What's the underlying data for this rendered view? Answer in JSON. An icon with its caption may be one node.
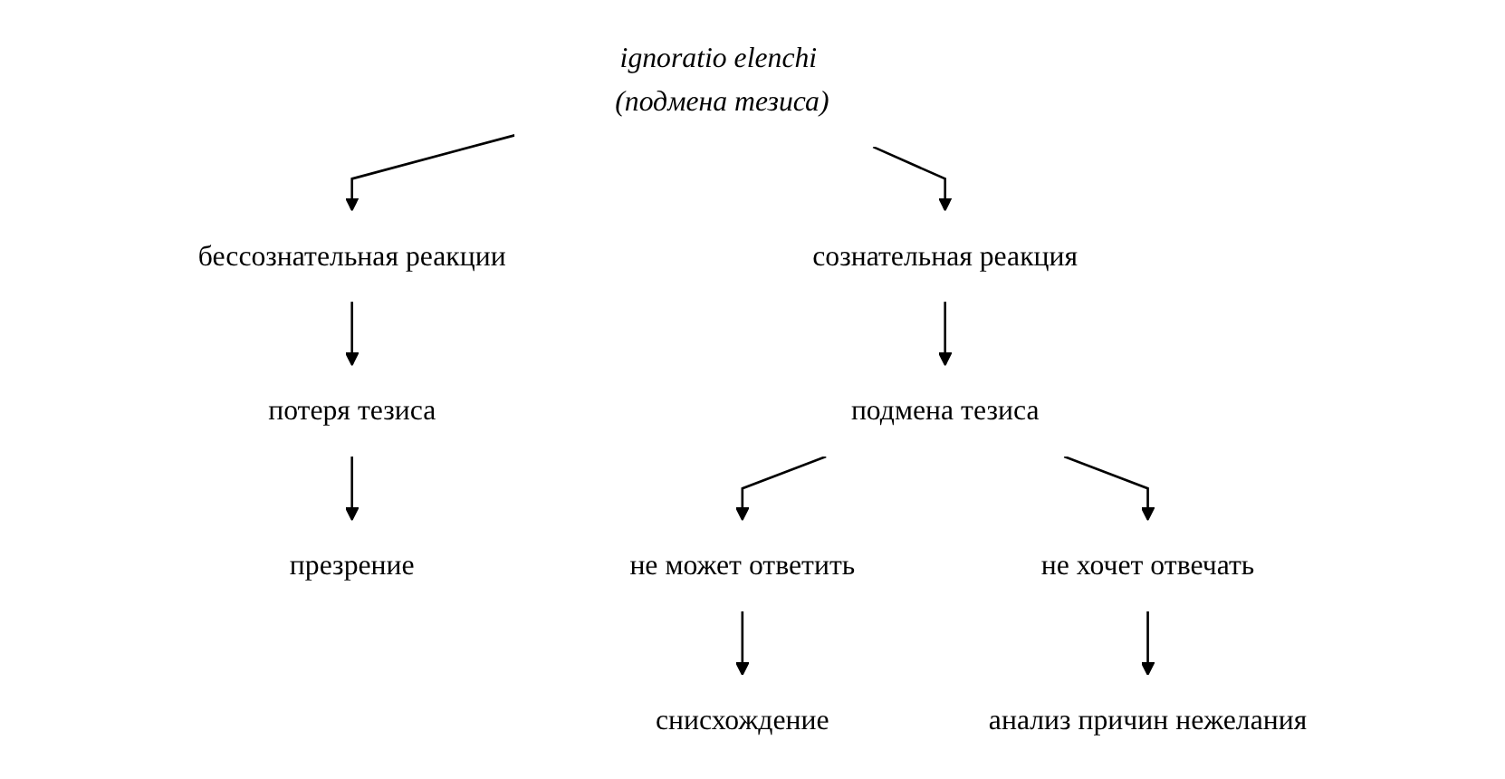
{
  "diagram": {
    "nodes": [
      {
        "text": [
          "ignoratio elenchi (подмена тезиса)"
        ]
      },
      {
        "text": [
          "бессознательная реакции"
        ]
      },
      {
        "text": [
          "сознательная реакция"
        ]
      },
      {
        "text": [
          "потеря тезиса"
        ]
      },
      {
        "text": [
          "презрение"
        ]
      },
      {
        "text": [
          "подмена тезиса"
        ]
      },
      {
        "text": [
          "не может ответить"
        ]
      },
      {
        "text": [
          "не хочет отвечать"
        ]
      },
      {
        "text": [
          "снисхождение"
        ]
      },
      {
        "text": [
          "анализ причин нежелания"
        ]
      }
    ],
    "edges": [
      {
        "from": 0,
        "to": 1,
        "arrow": "to"
      },
      {
        "from": 0,
        "to": 2,
        "arrow": "to"
      },
      {
        "from": 1,
        "to": 3,
        "arrow": "to"
      },
      {
        "from": 3,
        "to": 4,
        "arrow": "to"
      },
      {
        "from": 2,
        "to": 5,
        "arrow": "to"
      },
      {
        "from": 5,
        "to": 6,
        "arrow": "to"
      },
      {
        "from": 5,
        "to": 7,
        "arrow": "to"
      },
      {
        "from": 6,
        "to": 8,
        "arrow": "to"
      },
      {
        "from": 7,
        "to": 9,
        "arrow": "to"
      }
    ]
  }
}
